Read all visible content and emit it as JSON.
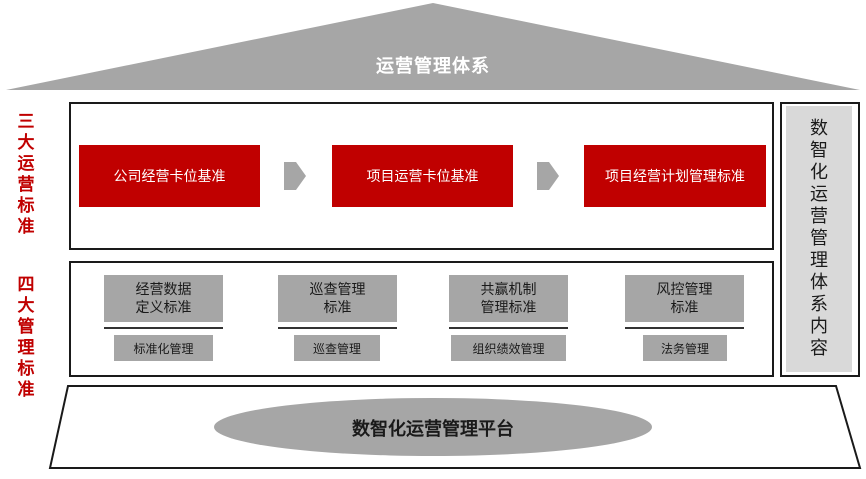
{
  "roof": {
    "title": "运营管理体系"
  },
  "side_labels": {
    "three": "三大运营标准",
    "four": "四大管理标准"
  },
  "three_standards": {
    "items": [
      {
        "label": "公司经营卡位基准"
      },
      {
        "label": "项目运营卡位基准"
      },
      {
        "label": "项目经营计划管理标准"
      }
    ]
  },
  "four_standards": {
    "items": [
      {
        "title_line1": "经营数据",
        "title_line2": "定义标准",
        "sub": "标准化管理"
      },
      {
        "title_line1": "巡查管理",
        "title_line2": "标准",
        "sub": "巡查管理"
      },
      {
        "title_line1": "共赢机制",
        "title_line2": "管理标准",
        "sub": "组织绩效管理"
      },
      {
        "title_line1": "风控管理",
        "title_line2": "标准",
        "sub": "法务管理"
      }
    ]
  },
  "side_panel": {
    "text": "数智化运营管理体系内容"
  },
  "base": {
    "title": "数智化运营管理平台"
  },
  "colors": {
    "red": "#c00000",
    "grey": "#a6a6a6",
    "roof_grey": "#a6a6a6",
    "ellipse_grey": "#a6a6a6"
  }
}
